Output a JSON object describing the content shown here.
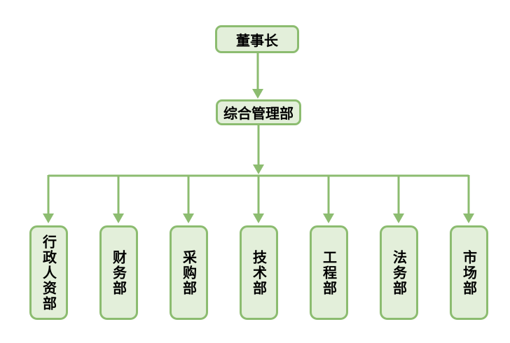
{
  "diagram": {
    "type": "org-chart",
    "root": {
      "id": "chairman",
      "label": "董事长"
    },
    "middle": {
      "id": "general-management",
      "label": "综合管理部"
    },
    "departments": [
      {
        "id": "admin-hr",
        "label": "行政人资部"
      },
      {
        "id": "finance",
        "label": "财务部"
      },
      {
        "id": "purchasing",
        "label": "采购部"
      },
      {
        "id": "technology",
        "label": "技术部"
      },
      {
        "id": "engineering",
        "label": "工程部"
      },
      {
        "id": "legal",
        "label": "法务部"
      },
      {
        "id": "marketing",
        "label": "市场部"
      }
    ],
    "edges": [
      {
        "from": "chairman",
        "to": "general-management"
      },
      {
        "from": "general-management",
        "to": "admin-hr"
      },
      {
        "from": "general-management",
        "to": "finance"
      },
      {
        "from": "general-management",
        "to": "purchasing"
      },
      {
        "from": "general-management",
        "to": "technology"
      },
      {
        "from": "general-management",
        "to": "engineering"
      },
      {
        "from": "general-management",
        "to": "legal"
      },
      {
        "from": "general-management",
        "to": "marketing"
      }
    ],
    "colors": {
      "box_border": "#8CBC70",
      "box_fill": "#E3EFDA",
      "connector_line": "#8CBC70",
      "text": "#000000",
      "background": "#FFFFFF"
    }
  }
}
